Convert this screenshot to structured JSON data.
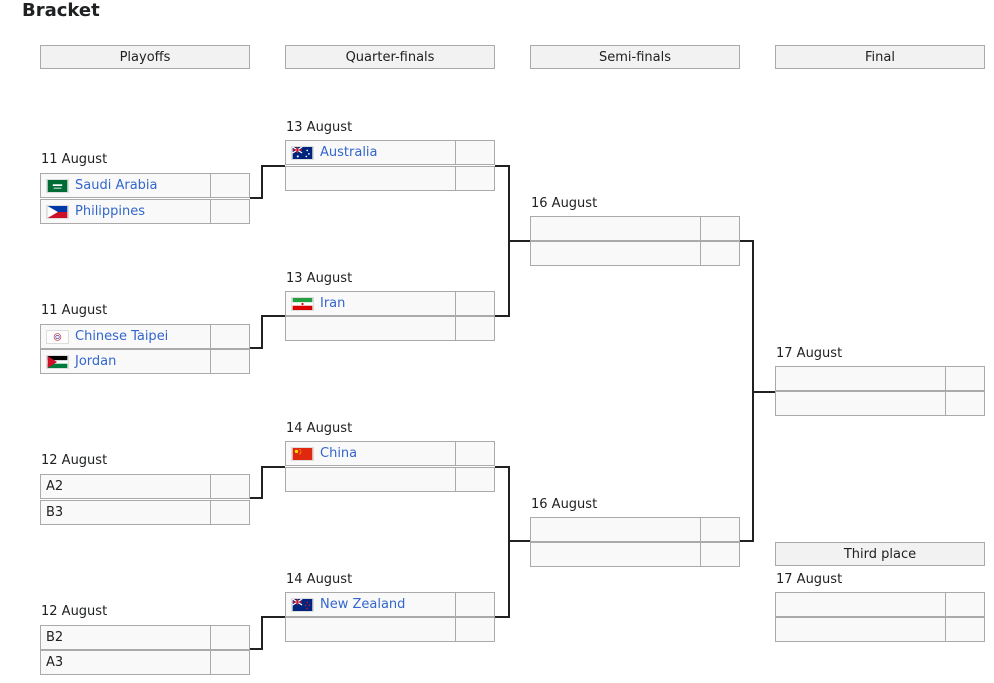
{
  "title": "Bracket",
  "headers": {
    "r1": "Playoffs",
    "r2": "Quarter-finals",
    "r3": "Semi-finals",
    "r4": "Final",
    "third": "Third place"
  },
  "dates": {
    "p1": "11 August",
    "p2": "11 August",
    "p3": "12 August",
    "p4": "12 August",
    "q1": "13 August",
    "q2": "13 August",
    "q3": "14 August",
    "q4": "14 August",
    "s1": "16 August",
    "s2": "16 August",
    "f": "17 August",
    "t": "17 August"
  },
  "teams": {
    "p1a": "Saudi Arabia",
    "p1b": "Philippines",
    "p2a": "Chinese Taipei",
    "p2b": "Jordan",
    "p3a": "A2",
    "p3b": "B3",
    "p4a": "B2",
    "p4b": "A3",
    "q1a": "Australia",
    "q2a": "Iran",
    "q3a": "China",
    "q4a": "New Zealand"
  },
  "flags": {
    "p1a": "saudi-arabia-flag",
    "p1b": "philippines-flag",
    "p2a": "chinese-taipei-flag",
    "p2b": "jordan-flag",
    "q1a": "australia-flag",
    "q2a": "iran-flag",
    "q3a": "china-flag",
    "q4a": "new-zealand-flag"
  },
  "colors": {
    "link": "#3366cc",
    "border": "#aaaaaa",
    "header_bg": "#f2f2f2",
    "row_bg": "#f9f9f9"
  }
}
